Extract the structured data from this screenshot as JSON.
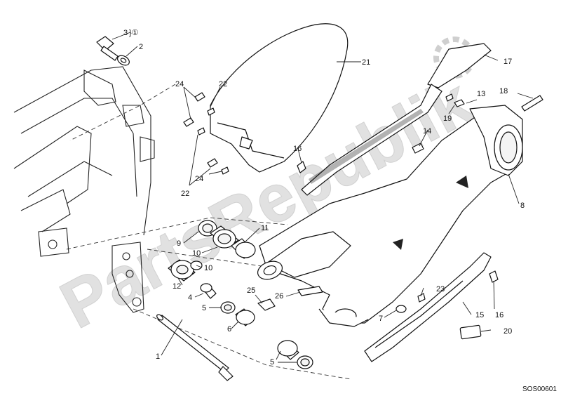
{
  "watermark": "PartsRepublik",
  "drawing_code": "SOS00601",
  "callouts": {
    "c1": "1",
    "c2": "2",
    "c3": "3",
    "c3sym": "}①",
    "c4": "4",
    "c5a": "5",
    "c5b": "5",
    "c6": "6",
    "c7": "7",
    "c8": "8",
    "c9": "9",
    "c10a": "10",
    "c10b": "10",
    "c11": "11",
    "c12": "12",
    "c13": "13",
    "c14": "14",
    "c15": "15",
    "c16a": "16",
    "c16b": "16",
    "c17": "17",
    "c18": "18",
    "c19": "19",
    "c20": "20",
    "c21": "21",
    "c22a": "22",
    "c22b": "22",
    "c23": "23",
    "c24a": "24",
    "c24b": "24",
    "c25": "25",
    "c26": "26"
  },
  "icons": {
    "gear_watermark": "gear-icon"
  }
}
